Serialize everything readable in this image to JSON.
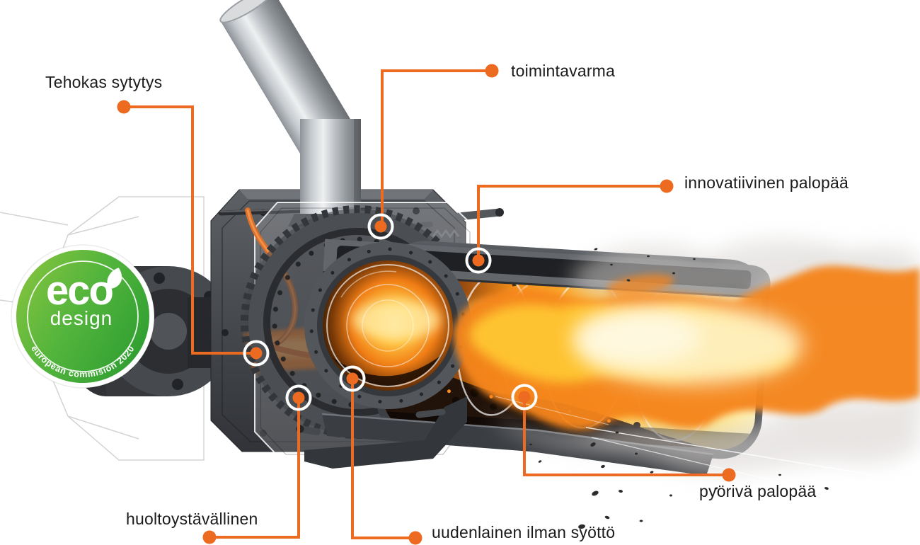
{
  "scene": {
    "background_color": "#ffffff",
    "description": "Cutaway 3D illustration of a rotating pellet burner with a flame jet, six orange feature callouts and a green eco design badge"
  },
  "colors": {
    "accent_orange": "#ED6B21",
    "label_text": "#1B1B1B",
    "badge_green_light": "#8CC63F",
    "badge_green_dark": "#3AA436",
    "flame_orange": "#F5851C",
    "flame_yellow": "#FFC733",
    "machine_dark": "#3A3D42",
    "metal_light": "#E8EAEC",
    "smoke_gray": "#D9D5D2"
  },
  "badge": {
    "title": "eco",
    "subtitle": "design",
    "arc_text": "european commision 2020",
    "icon": "leaf-icon"
  },
  "annotations": [
    {
      "id": "tehokas-sytytys",
      "label": "Tehokas sytytys"
    },
    {
      "id": "toimintavarma",
      "label": "toimintavarma"
    },
    {
      "id": "innovatiivinen-palopaa",
      "label": "innovatiivinen palopää"
    },
    {
      "id": "pyoriva-palopaa",
      "label": "pyörivä palopää"
    },
    {
      "id": "uudenlainen-ilman-syotto",
      "label": "uudenlainen ilman syöttö"
    },
    {
      "id": "huoltoystavallinen",
      "label": "huoltoystävällinen"
    }
  ]
}
